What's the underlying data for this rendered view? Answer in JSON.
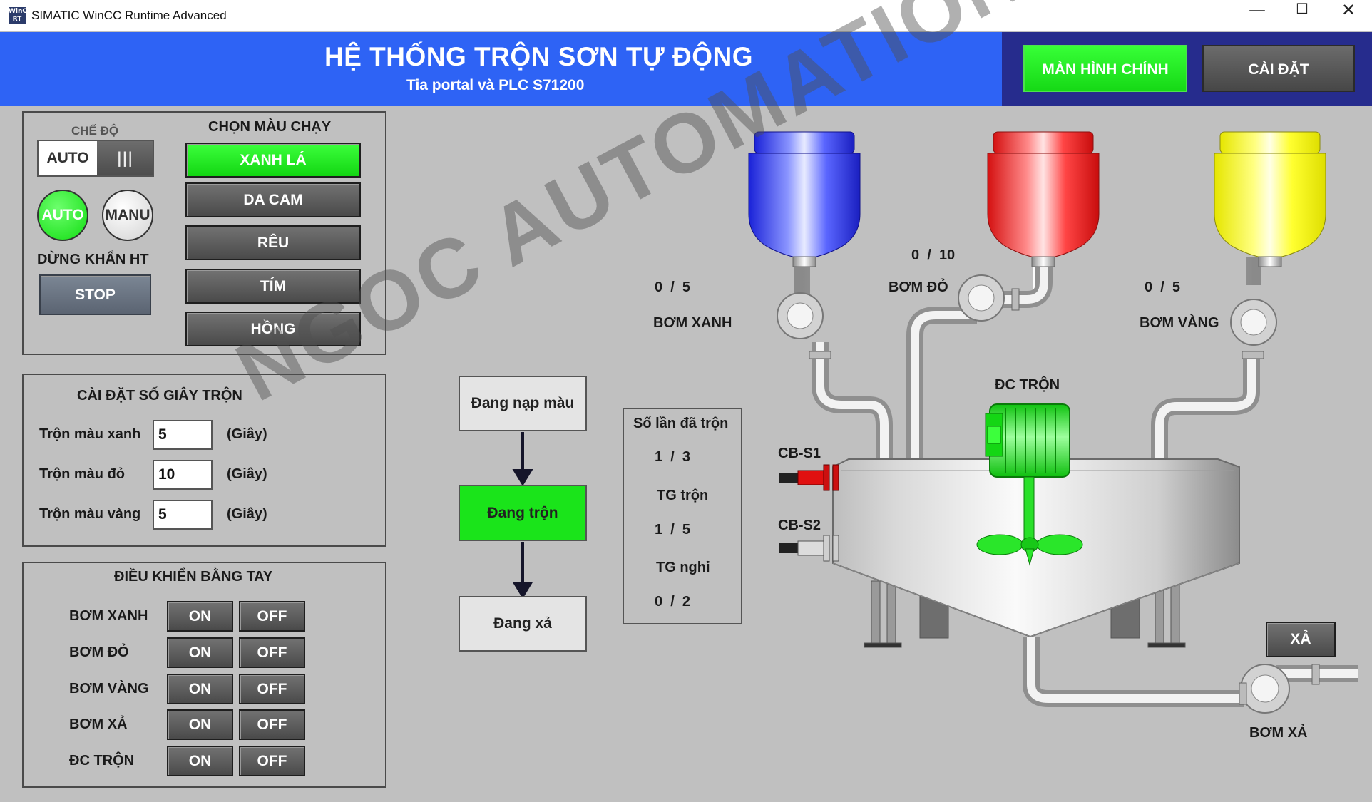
{
  "window": {
    "title": "SIMATIC WinCC Runtime Advanced",
    "icon_text": "WinCC RT",
    "minimize": "—",
    "maximize": "☐",
    "close": "✕"
  },
  "header": {
    "title": "HỆ THỐNG TRỘN SƠN TỰ ĐỘNG",
    "subtitle": "Tia portal và PLC S71200",
    "nav": [
      {
        "label": "MÀN HÌNH CHÍNH"
      },
      {
        "label": "CÀI ĐẶT"
      }
    ]
  },
  "mode_panel": {
    "mode_label": "CHẾ ĐỘ",
    "switch_value": "AUTO",
    "switch_handle": "|||",
    "lamp_auto": "AUTO",
    "lamp_manu": "MANU",
    "estop_label": "DỪNG KHẨN HT",
    "stop_button": "STOP",
    "color_select_label": "CHỌN MÀU CHẠY",
    "colors": [
      "XANH LÁ",
      "DA CAM",
      "RÊU",
      "TÍM",
      "HỒNG"
    ],
    "active_color": "XANH LÁ"
  },
  "time_panel": {
    "title": "CÀI ĐẶT SỐ GIÂY TRỘN",
    "rows": [
      {
        "label": "Trộn màu xanh",
        "value": "5",
        "unit": "(Giây)"
      },
      {
        "label": "Trộn màu đỏ",
        "value": "10",
        "unit": "(Giây)"
      },
      {
        "label": "Trộn màu vàng",
        "value": "5",
        "unit": "(Giây)"
      }
    ]
  },
  "manual_panel": {
    "title": "ĐIỀU KHIỂN BẰNG TAY",
    "on": "ON",
    "off": "OFF",
    "rows": [
      "BƠM XANH",
      "BƠM ĐỎ",
      "BƠM VÀNG",
      "BƠM XẢ",
      "ĐC TRỘN"
    ]
  },
  "process": {
    "steps": [
      "Đang nạp màu",
      "Đang trộn",
      "Đang xả"
    ],
    "active_step": "Đang trộn",
    "mix_count_label": "Số lần đã trộn",
    "mix_count": "1  /  3",
    "mix_time_label": "TG trộn",
    "mix_time": "1  /  5",
    "rest_time_label": "TG nghỉ",
    "rest_time": "0  /  2"
  },
  "plant": {
    "pump_blue": {
      "label": "BƠM XANH",
      "counter": "0  /  5",
      "color": "#2a3cff"
    },
    "pump_red": {
      "label": "BƠM ĐỎ",
      "counter": "0  /  10",
      "color": "#ff2020"
    },
    "pump_yellow": {
      "label": "BƠM VÀNG",
      "counter": "0  /  5",
      "color": "#ffff10"
    },
    "mixer_motor": "ĐC TRỘN",
    "sensor1": "CB-S1",
    "sensor2": "CB-S2",
    "drain_button": "XẢ",
    "drain_pump": "BƠM XẢ"
  },
  "watermark": "NGOC AUTOMATION",
  "colors": {
    "accent_green": "#18e818",
    "header_blue": "#2e63f5",
    "nav_bg": "#262c8d",
    "panel_bg": "#c0c0c0"
  }
}
